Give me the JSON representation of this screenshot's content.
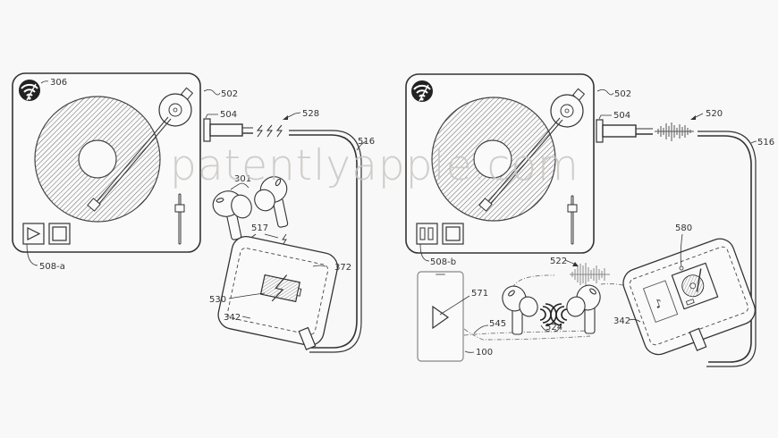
{
  "figure": {
    "title": "Patent drawing: turntable streaming audio to earbuds via charging case",
    "background": "#f8f8f8",
    "line_color": "#333333",
    "watermark": "patentlyapple.com"
  },
  "left_panel": {
    "turntable_label": "502",
    "wireless_icon_label": "306",
    "connector_label": "504",
    "signal_label": "528",
    "signal_kind": "lightning-bolts",
    "cable_label": "516",
    "controls_label": "508-a",
    "controls": [
      "play-icon",
      "stop-icon"
    ],
    "earbuds_label": "301",
    "charge_signal_label": "517",
    "case_label": "342",
    "case_inner_label": "372",
    "battery_label": "530"
  },
  "right_panel": {
    "turntable_label": "502",
    "connector_label": "504",
    "signal_label": "520",
    "signal_kind": "audio-waveform",
    "cable_label": "516",
    "controls_label": "508-b",
    "controls": [
      "pause-icon",
      "stop-icon"
    ],
    "wireless_audio_label": "522",
    "case_screen_label": "580",
    "case_label": "342",
    "phone_label": "100",
    "phone_play_label": "571",
    "link_label": "545",
    "earbud_sound_label": "524"
  }
}
